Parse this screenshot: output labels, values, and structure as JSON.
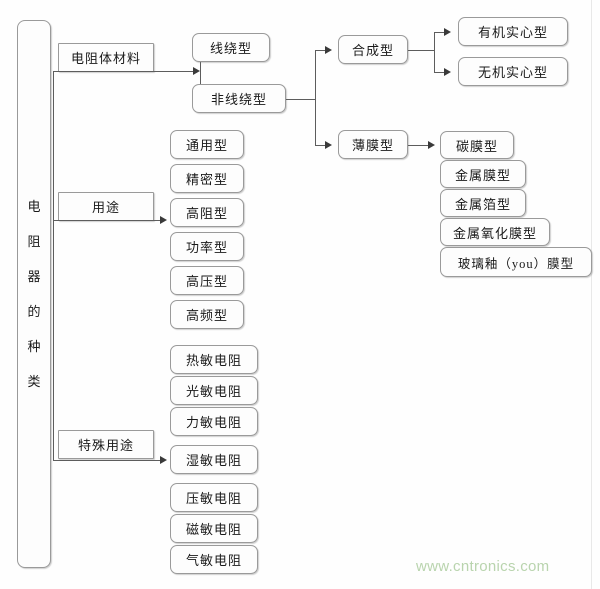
{
  "diagram": {
    "title": "电阻器的种类",
    "root": {
      "label_chars": [
        "电",
        "阻",
        "器",
        "的",
        "种",
        "类"
      ],
      "label": "电阻器的种类"
    },
    "branches": [
      {
        "id": "material",
        "label": "电阻体材料"
      },
      {
        "id": "usage",
        "label": "用途"
      },
      {
        "id": "special",
        "label": "特殊用途"
      }
    ],
    "material_children": [
      {
        "id": "wirewound",
        "label": "线绕型"
      },
      {
        "id": "non-wirewound",
        "label": "非线绕型"
      }
    ],
    "non_wirewound_children": [
      {
        "id": "composite",
        "label": "合成型"
      },
      {
        "id": "film",
        "label": "薄膜型"
      }
    ],
    "composite_children": [
      {
        "id": "organic-solid",
        "label": "有机实心型"
      },
      {
        "id": "inorganic-solid",
        "label": "无机实心型"
      }
    ],
    "film_children": [
      {
        "id": "carbon-film",
        "label": "碳膜型"
      },
      {
        "id": "metal-film",
        "label": "金属膜型"
      },
      {
        "id": "metal-foil",
        "label": "金属箔型"
      },
      {
        "id": "metal-oxide-film",
        "label": "金属氧化膜型"
      },
      {
        "id": "glass-glaze-film",
        "label": "玻璃釉（you）膜型"
      }
    ],
    "usage_children": [
      {
        "id": "general",
        "label": "通用型"
      },
      {
        "id": "precision",
        "label": "精密型"
      },
      {
        "id": "high-ohm",
        "label": "高阻型"
      },
      {
        "id": "power",
        "label": "功率型"
      },
      {
        "id": "high-volt",
        "label": "高压型"
      },
      {
        "id": "high-freq",
        "label": "高频型"
      }
    ],
    "special_children": [
      {
        "id": "thermistor",
        "label": "热敏电阻"
      },
      {
        "id": "photoresistor",
        "label": "光敏电阻"
      },
      {
        "id": "force-sensitive",
        "label": "力敏电阻"
      },
      {
        "id": "humidity-sensitive",
        "label": "湿敏电阻"
      },
      {
        "id": "varistor",
        "label": "压敏电阻"
      },
      {
        "id": "magneto-sensitive",
        "label": "磁敏电阻"
      },
      {
        "id": "gas-sensitive",
        "label": "气敏电阻"
      }
    ],
    "watermark": "www.cntronics.com",
    "colors": {
      "box_border": "#9a9a9a",
      "line": "#5d5d5d",
      "text": "#1a1a1a",
      "watermark": "#b9d4ae",
      "background": "#fefefe"
    }
  }
}
